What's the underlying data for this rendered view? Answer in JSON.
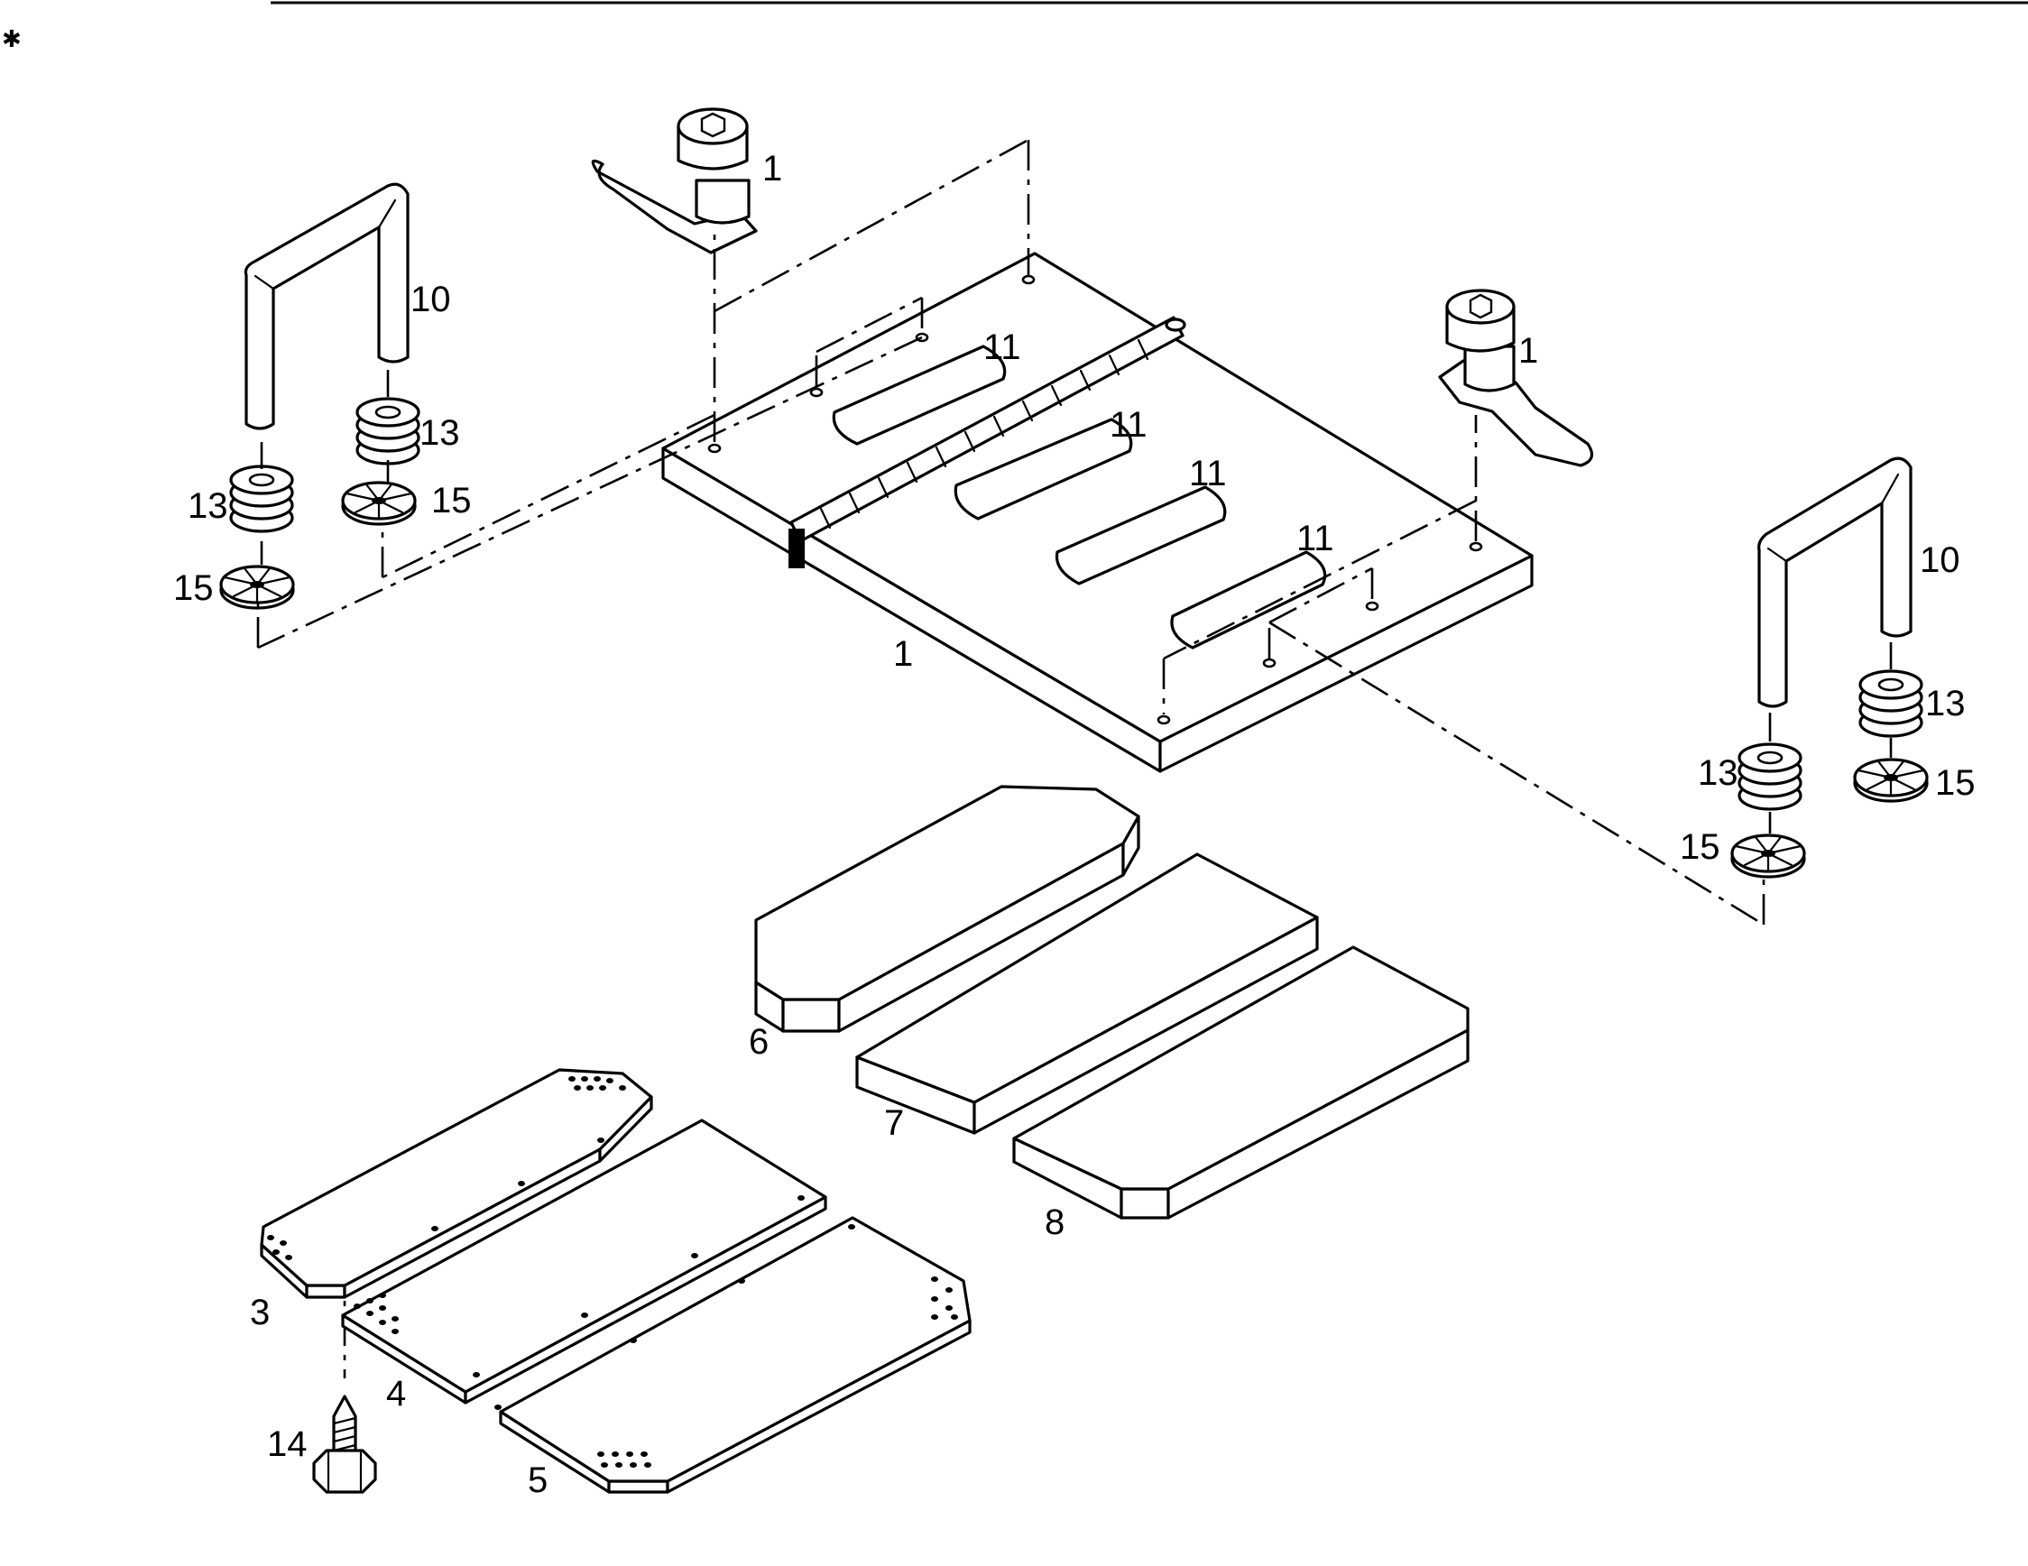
{
  "callouts": {
    "c1_left": "1",
    "c1_right": "1",
    "c1_base": "1",
    "c10_left": "10",
    "c10_right": "10",
    "c11_a": "11",
    "c11_b": "11",
    "c11_c": "11",
    "c11_d": "11",
    "c13_la": "13",
    "c13_lb": "13",
    "c13_ra": "13",
    "c13_rb": "13",
    "c15_la": "15",
    "c15_lb": "15",
    "c15_ra": "15",
    "c15_rb": "15",
    "c3": "3",
    "c4": "4",
    "c5": "5",
    "c6": "6",
    "c7": "7",
    "c8": "8",
    "c14": "14"
  }
}
